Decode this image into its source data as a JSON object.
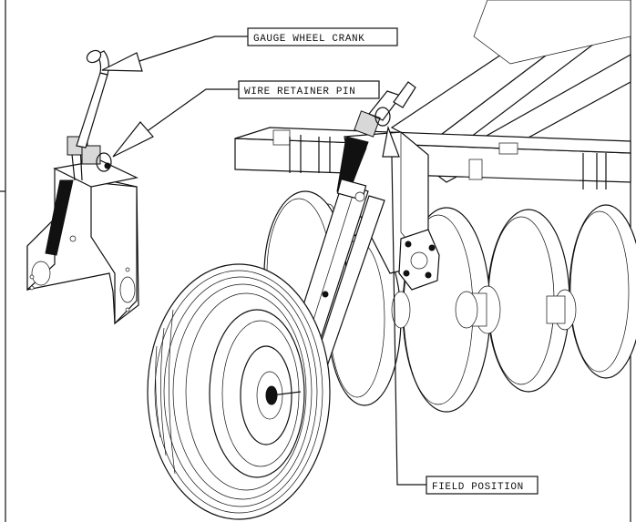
{
  "callouts": {
    "gauge_wheel_crank": "GAUGE WHEEL CRANK",
    "wire_retainer_pin": "WIRE RETAINER PIN",
    "field_position": "FIELD POSITION"
  },
  "colors": {
    "ink": "#111111",
    "paper": "#ffffff"
  }
}
